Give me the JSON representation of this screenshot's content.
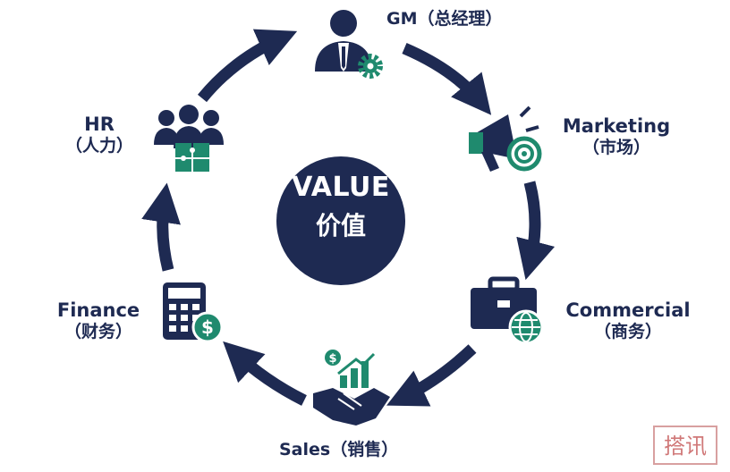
{
  "center": {
    "title": "VALUE",
    "subtitle": "价值"
  },
  "nodes": {
    "gm": {
      "label": "GM（总经理）",
      "icon": "manager-gear-icon"
    },
    "marketing": {
      "en": "Marketing",
      "cn": "（市场）",
      "icon": "megaphone-target-icon"
    },
    "commercial": {
      "en": "Commercial",
      "cn": "（商务）",
      "icon": "briefcase-globe-icon"
    },
    "sales": {
      "label": "Sales（销售）",
      "icon": "handshake-growth-icon"
    },
    "finance": {
      "en": "Finance",
      "cn": "（财务）",
      "icon": "calculator-dollar-icon"
    },
    "hr": {
      "en": "HR",
      "cn": "（人力）",
      "icon": "team-puzzle-icon"
    }
  },
  "watermark": "搭讯",
  "colors": {
    "navy": "#1e2a52",
    "teal": "#1f8a6e",
    "white": "#ffffff"
  }
}
